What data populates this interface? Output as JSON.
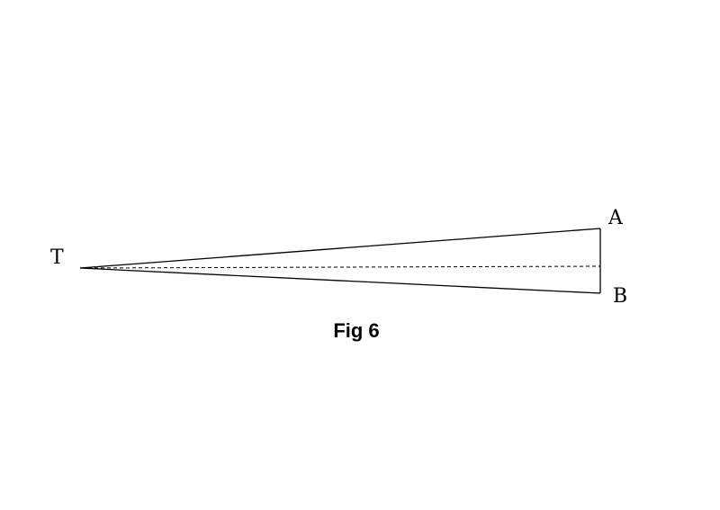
{
  "diagram": {
    "labels": {
      "t": "T",
      "a": "A",
      "b": "B"
    },
    "caption": "Fig 6"
  },
  "colors": {
    "background": "#ffffff",
    "ink": "#000000"
  }
}
